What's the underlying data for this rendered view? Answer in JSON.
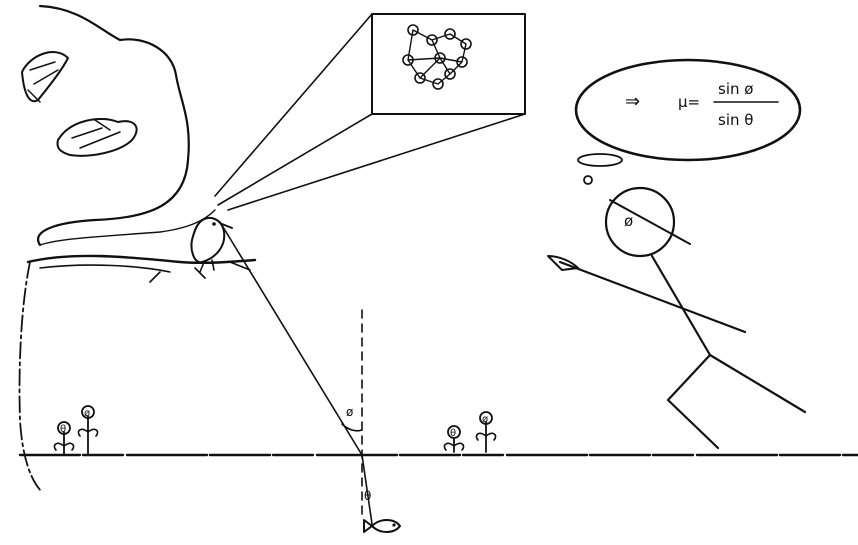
{
  "thought_bubble": {
    "arrow": "⇒",
    "lhs": "μ=",
    "numerator": "sin ø",
    "denominator": "sin θ"
  },
  "head_label": "ø",
  "angle_labels": {
    "refraction": "ø",
    "incidence": "θ"
  },
  "plant_labels": [
    "θ",
    "ø",
    "θ",
    "ø"
  ],
  "colors": {
    "ink": "#111111",
    "paper": "#ffffff"
  }
}
